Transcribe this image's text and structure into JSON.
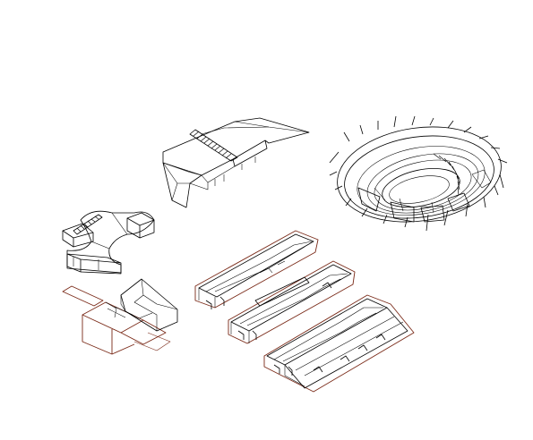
{
  "drawing": {
    "background": "#ffffff",
    "line_color": "#000000",
    "accent_line_color": "#7a2a18",
    "objects": [
      {
        "id": "folded-roof-model"
      },
      {
        "id": "amphitheater-model"
      },
      {
        "id": "cross-plan-model"
      },
      {
        "id": "step-block-model"
      },
      {
        "id": "stadium-tier-1"
      },
      {
        "id": "stadium-tier-2"
      },
      {
        "id": "stadium-tier-3"
      }
    ]
  }
}
